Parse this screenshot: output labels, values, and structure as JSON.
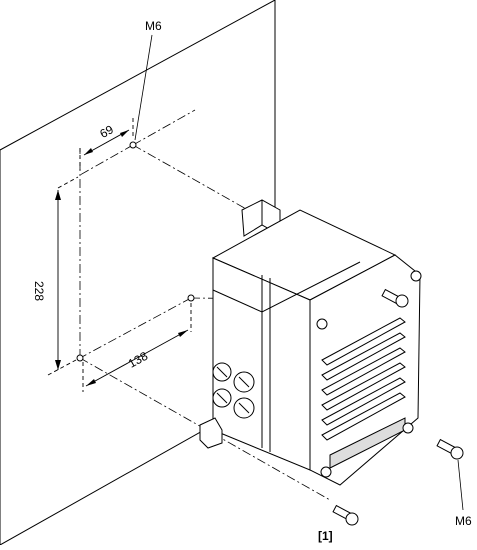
{
  "labels": {
    "bolt_top": "M6",
    "bolt_bottom_right": "M6",
    "callout": "[1]"
  },
  "dimensions": {
    "horizontal_top": "69",
    "vertical": "228",
    "horizontal_bottom": "138"
  }
}
